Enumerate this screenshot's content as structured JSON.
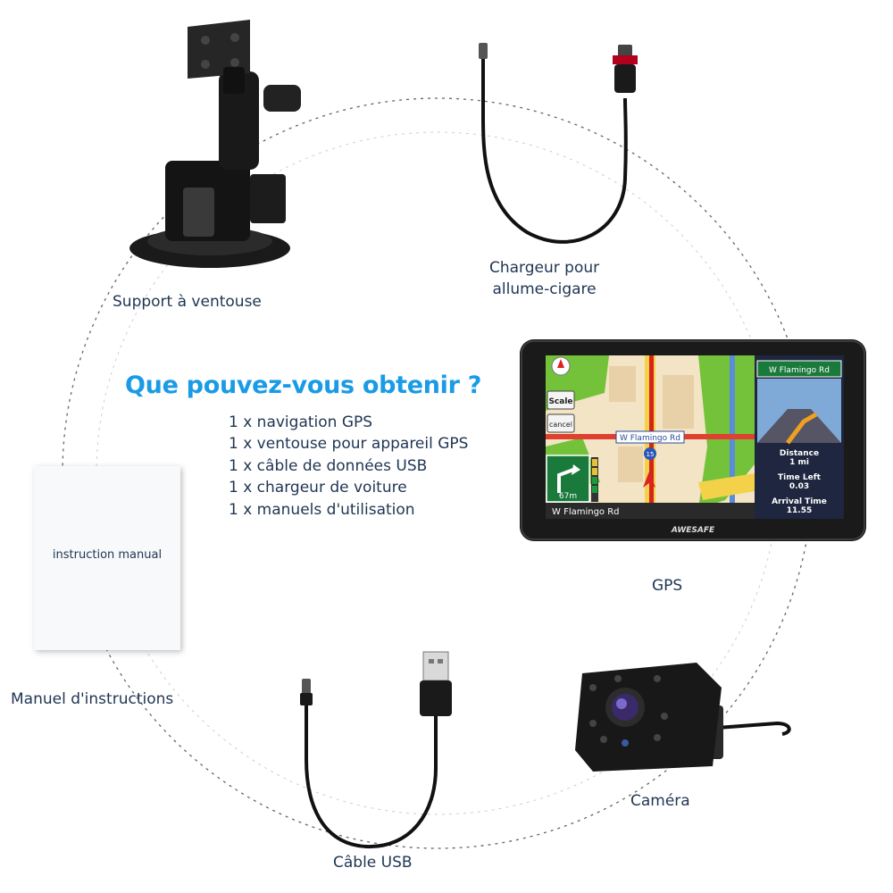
{
  "headline": "Que pouvez-vous obtenir ?",
  "contents": [
    "1 x navigation GPS",
    "1 x ventouse pour appareil GPS",
    "1 x câble de données USB",
    "1 x chargeur de voiture",
    "1 x manuels d'utilisation"
  ],
  "items": {
    "suction_mount": "Support à ventouse",
    "charger_line1": "Chargeur pour",
    "charger_line2": "allume-cigare",
    "gps": "GPS",
    "camera": "Caméra",
    "usb_cable": "Câble USB",
    "manual": "Manuel d'instructions"
  },
  "manual_cover": "instruction manual",
  "gps_screen": {
    "brand": "AWESAFE",
    "street_banner": "W Flamingo Rd",
    "map_label": "W Flamingo Rd",
    "bottom_street": "W Flamingo Rd",
    "route_number": "15",
    "scale_button": "Scale",
    "cancel_button": "cancel",
    "turn_distance": "67m",
    "distance_label": "Distance",
    "distance_value": "1 mi",
    "time_left_label": "Time Left",
    "time_left_value": "0.03",
    "arrival_label": "Arrival Time",
    "arrival_value": "11.55"
  }
}
